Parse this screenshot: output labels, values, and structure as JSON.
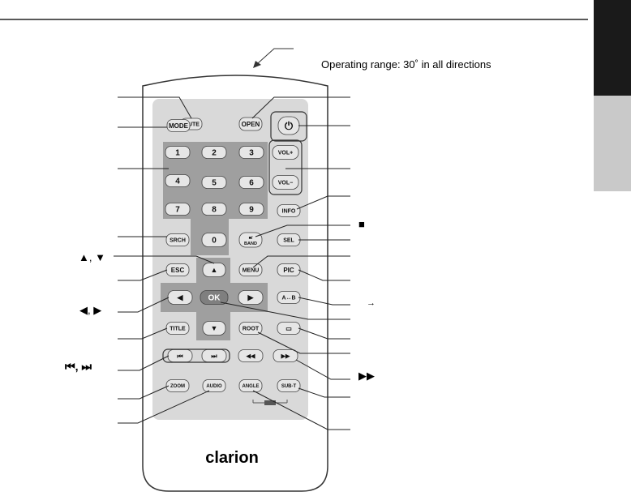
{
  "header": {
    "operating_range": "Operating range: 30˚ in all directions"
  },
  "brand": {
    "logo_text": "clarion"
  },
  "buttons": {
    "mute": "MUTE",
    "open": "OPEN",
    "power": "⏻",
    "mode": "MODE",
    "num1": "1",
    "num2": "2",
    "num3": "3",
    "num4": "4",
    "num5": "5",
    "num6": "6",
    "num7": "7",
    "num8": "8",
    "num9": "9",
    "num0": "0",
    "vol_up": "VOL+",
    "vol_down": "VOL−",
    "info": "INFO",
    "srch": "SRCH",
    "band_top": "■/",
    "band_bottom": "BAND",
    "sel": "SEL",
    "esc": "ESC",
    "up": "▲",
    "menu": "MENU",
    "pic": "PIC",
    "left": "◀",
    "ok": "OK",
    "right": "▶",
    "ab": "A↔B",
    "title": "TITLE",
    "down": "▼",
    "root": "ROOT",
    "repeat": "▭",
    "prev": "⏮",
    "next": "⏭",
    "rew": "◀◀",
    "ff": "▶▶",
    "zoom": "ZOOM",
    "audio": "AUDIO",
    "angle": "ANGLE",
    "subt": "SUB-T"
  },
  "callout_symbols": {
    "up_down": "▲, ▼",
    "left_right": "◀, ▶",
    "prev_next": "⏮, ⏭",
    "stop": "■",
    "arrow": "→",
    "fast_forward": "▶▶"
  },
  "colors": {
    "remote_body": "#ffffff",
    "remote_outline": "#333333",
    "panel": "#d9d9d9",
    "keypad": "#9f9f9f",
    "button_face": "#e6e6e6",
    "dark_button": "#7f7f7f",
    "tab_dark": "#1a1a1a",
    "tab_gray": "#c9c9c9",
    "line": "#222222"
  }
}
